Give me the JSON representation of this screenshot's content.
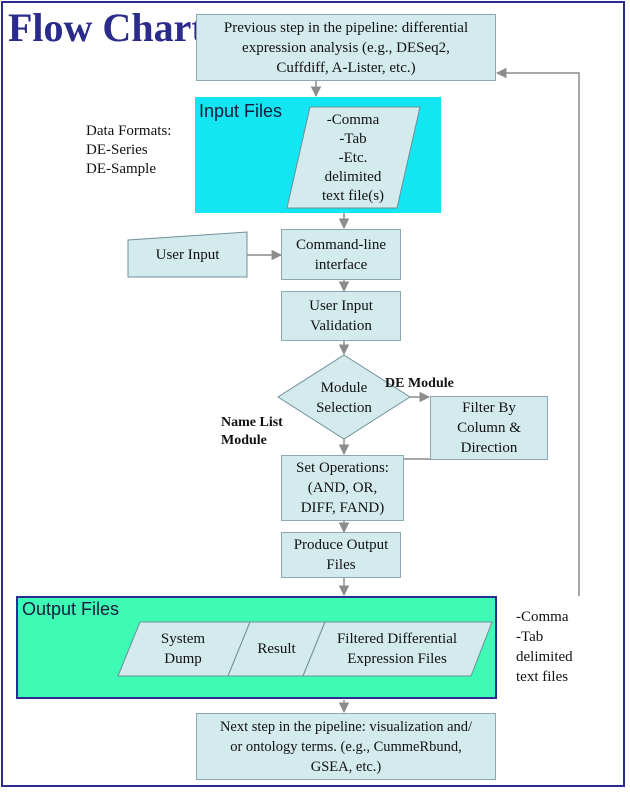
{
  "title": "Flow Chart",
  "previous_step": [
    "Previous step in the pipeline: differential",
    "expression analysis (e.g., DESeq2,",
    "Cuffdiff, A-Lister, etc.)"
  ],
  "input_panel": {
    "heading": "Input Files",
    "file_lines": [
      "-Comma",
      "-Tab",
      "-Etc.",
      "delimited",
      "text file(s)"
    ]
  },
  "data_formats": [
    "Data Formats:",
    "DE-Series",
    "DE-Sample"
  ],
  "user_input": "User Input",
  "cli": [
    "Command-line",
    "interface"
  ],
  "validation": [
    "User Input",
    "Validation"
  ],
  "module_selection": [
    "Module",
    "Selection"
  ],
  "de_module": "DE Module",
  "name_list_module": [
    "Name List",
    "Module"
  ],
  "filter": [
    "Filter By",
    "Column &",
    "Direction"
  ],
  "set_operations": [
    "Set Operations:",
    "(AND, OR,",
    "DIFF, FAND)"
  ],
  "produce_output": [
    "Produce Output",
    "Files"
  ],
  "output_panel": {
    "heading": "Output Files",
    "system_dump": [
      "System",
      "Dump"
    ],
    "result": "Result",
    "filtered": [
      "Filtered Differential",
      "Expression Files"
    ]
  },
  "output_formats": [
    "-Comma",
    "-Tab",
    "delimited",
    "text files"
  ],
  "next_step": [
    "Next step in the pipeline: visualization and/",
    "or ontology terms. (e.g., CummeRbund,",
    "GSEA, etc.)"
  ],
  "colors": {
    "title": "#2b2b8c",
    "input_panel": "#12e6f2",
    "output_panel": "#3dfab5",
    "box_fill": "#d4ebee",
    "arrow": "#8c8c8c"
  }
}
